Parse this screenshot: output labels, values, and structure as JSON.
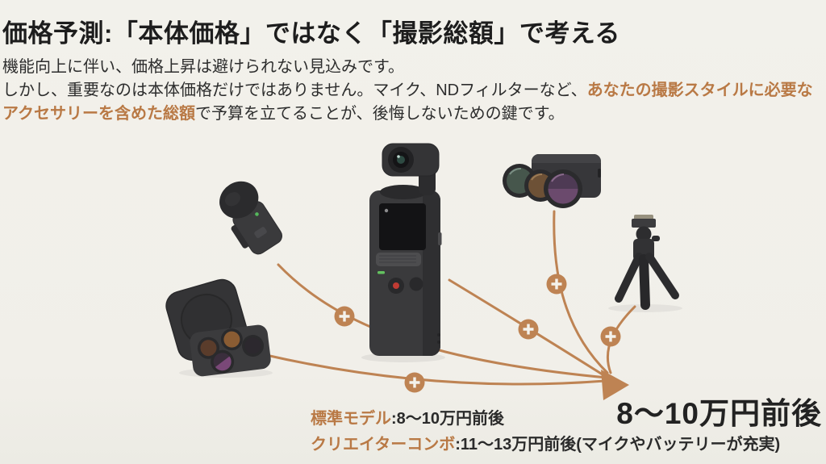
{
  "slide": {
    "background_color": "#F1EFE9",
    "accent_color": "#BE8353",
    "highlight_text_color": "#B97945"
  },
  "header": {
    "title": "価格予測:「本体価格」ではなく「撮影総額」で考える"
  },
  "intro": {
    "line1": "機能向上に伴い、価格上昇は避けられない見込みです。",
    "line2_normal": "しかし、重要なのは本体価格だけではありません。マイク、NDフィルターなど、",
    "line2_highlight": "あなたの撮影スタイルに必要な",
    "line3_highlight": "アクセサリーを含めた総額",
    "line3_normal": "で予算を立てることが、後悔しないための鍵です。"
  },
  "icons": {
    "plus": "+",
    "arrow": "filled-arrowhead-pointing-lower-right"
  },
  "pricing": {
    "standard_label": "標準モデル",
    "standard_value": ":8〜10万円前後",
    "creator_label": "クリエイターコンボ",
    "creator_value": ":11〜13万円前後(マイクやバッテリーが充実)",
    "total_price": "8〜10万円前後"
  }
}
